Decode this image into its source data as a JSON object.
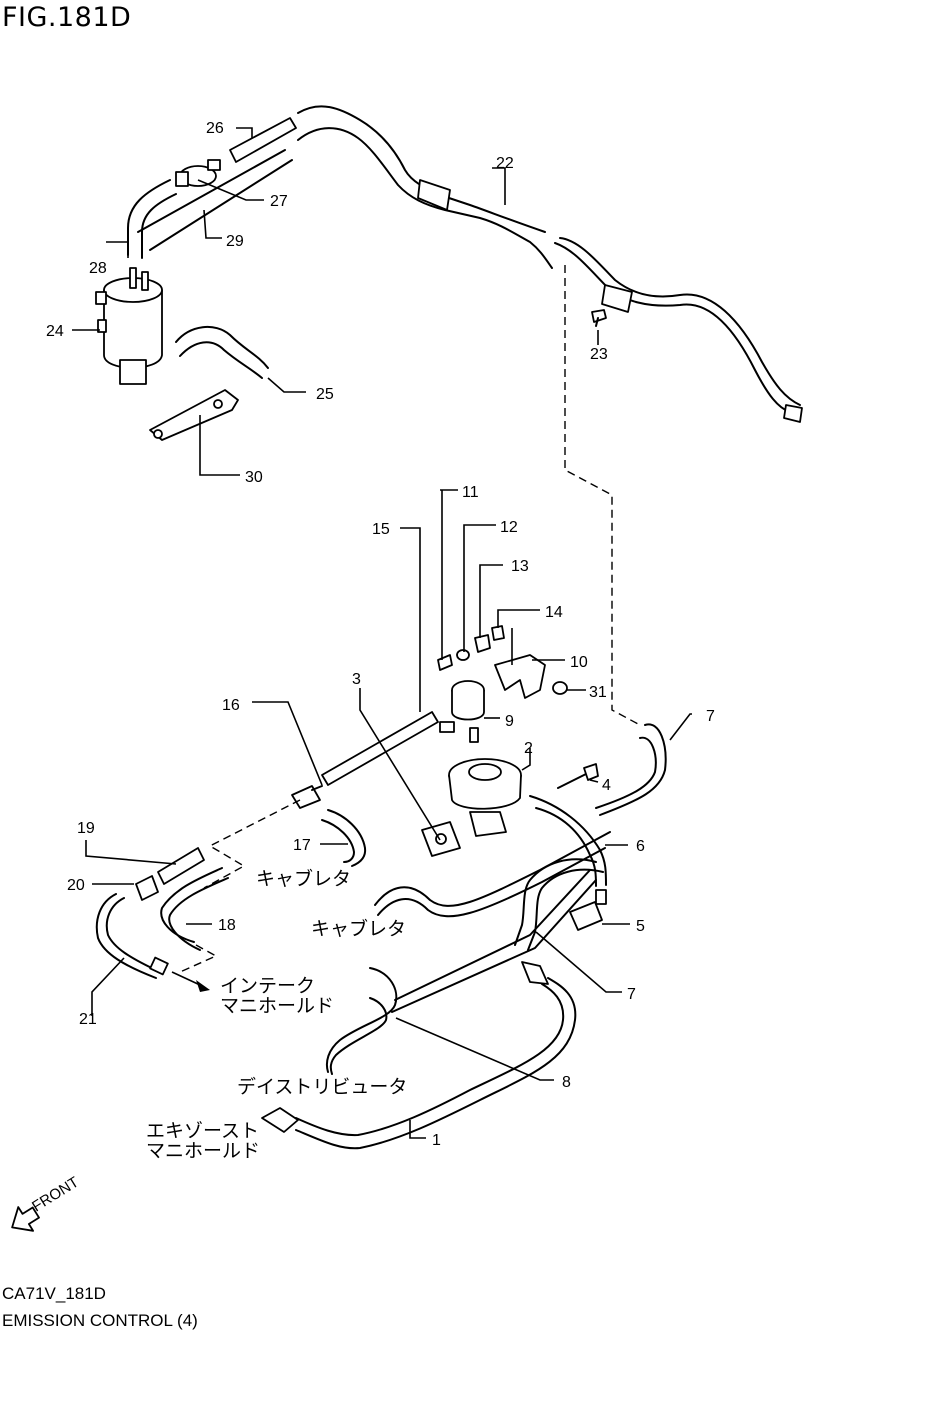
{
  "title": "FIG.181D",
  "code": "CA71V_181D",
  "caption": "EMISSION CONTROL (4)",
  "front_label": "FRONT",
  "labels": {
    "carburetor": "キャブレタ",
    "intake": "インテーク",
    "manifold": "マニホールド",
    "distributor": "デイストリビュータ",
    "exhaust": "エキゾースト"
  },
  "callouts": [
    "1",
    "2",
    "3",
    "4",
    "5",
    "6",
    "7",
    "8",
    "9",
    "10",
    "11",
    "12",
    "13",
    "14",
    "15",
    "16",
    "17",
    "18",
    "19",
    "20",
    "21",
    "22",
    "23",
    "24",
    "25",
    "26",
    "27",
    "28",
    "29",
    "30",
    "31"
  ]
}
